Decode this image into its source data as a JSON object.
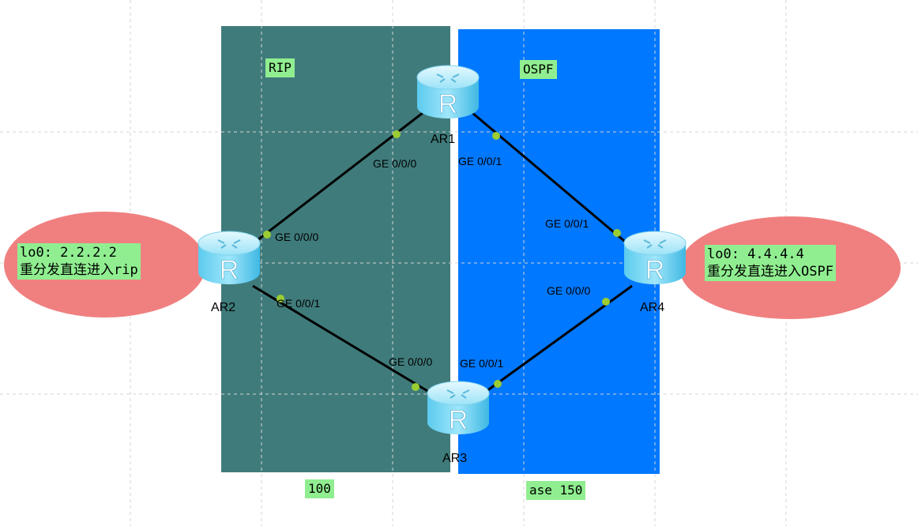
{
  "zones": {
    "rip": {
      "label": "RIP",
      "color": "#407b7b"
    },
    "ospf": {
      "label": "OSPF",
      "color": "#0078ff"
    }
  },
  "bottom_labels": {
    "left": "100",
    "right": "ase 150"
  },
  "routers": [
    {
      "id": "ar1",
      "name": "AR1"
    },
    {
      "id": "ar2",
      "name": "AR2"
    },
    {
      "id": "ar3",
      "name": "AR3"
    },
    {
      "id": "ar4",
      "name": "AR4"
    }
  ],
  "interfaces": {
    "ar1_left": "GE 0/0/0",
    "ar1_right": "GE 0/0/1",
    "ar2_top": "GE 0/0/0",
    "ar2_bottom": "GE 0/0/1",
    "ar3_left": "GE 0/0/0",
    "ar3_right": "GE 0/0/1",
    "ar4_top": "GE 0/0/1",
    "ar4_bottom": "GE 0/0/0"
  },
  "notes": {
    "left": {
      "line1": "lo0: 2.2.2.2",
      "line2": "重分发直连进入rip"
    },
    "right": {
      "line1": "lo0: 4.4.4.4",
      "line2": "重分发直连进入OSPF"
    }
  },
  "colors": {
    "label_bg": "#90ee90",
    "ellipse": "#f08080",
    "link": "#000000",
    "port_dot": "#9acd32"
  }
}
